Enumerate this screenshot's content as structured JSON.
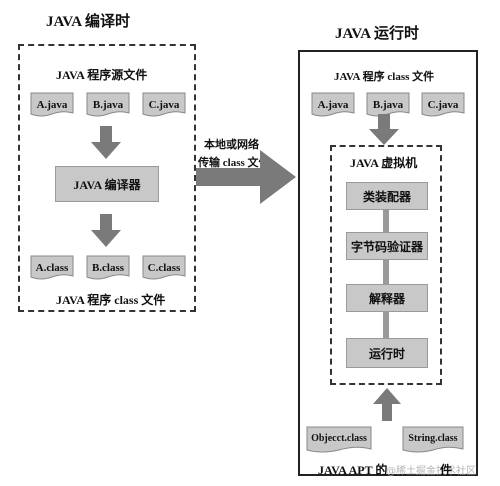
{
  "compile_time": {
    "title": "JAVA 编译时",
    "source_label": "JAVA 程序源文件",
    "source_files": [
      "A.java",
      "B.java",
      "C.java"
    ],
    "compiler": "JAVA 编译器",
    "class_files": [
      "A.class",
      "B.class",
      "C.class"
    ],
    "class_label": "JAVA 程序 class 文件"
  },
  "transfer": {
    "line1": "本地或网络",
    "line2": "传输 class 文件"
  },
  "run_time": {
    "title": "JAVA 运行时",
    "class_label": "JAVA 程序 class 文件",
    "class_files": [
      "A.java",
      "B.java",
      "C.java"
    ],
    "jvm": {
      "title": "JAVA 虚拟机",
      "steps": [
        "类装配器",
        "字节码验证器",
        "解释器",
        "运行时"
      ]
    },
    "api_files": [
      "Objecct.class",
      "String.class"
    ],
    "api_label": "JAVA APT 的",
    "api_label_tail": "件"
  },
  "watermark": "@稀土掘金技术社区",
  "colors": {
    "box_fill": "#c8c8c8",
    "arrow": "#7a7a7a",
    "border": "#222222"
  }
}
